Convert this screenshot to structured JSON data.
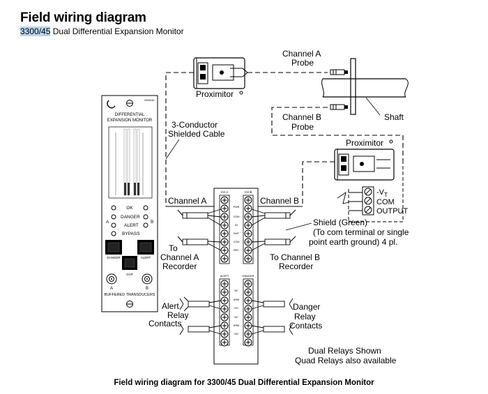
{
  "header": {
    "title": "Field wiring diagram",
    "subtitle_model": "3300/45",
    "subtitle_rest": " Dual Differential Expansion Monitor"
  },
  "caption": "Field wiring diagram for 3300/45 Dual Differential Expansion Monitor",
  "labels": {
    "channel_a_probe": [
      "Channel A",
      "Probe"
    ],
    "channel_b_probe": [
      "Channel B",
      "Probe"
    ],
    "shaft": "Shaft",
    "proximitor": "Proximitor",
    "cable": [
      "3-Conductor",
      "Shielded Cable"
    ],
    "channel_a": "Channel A",
    "channel_b": "Channel B",
    "shield": [
      "Shield (Green)",
      "(To com terminal or single",
      "point earth ground) 4 pl."
    ],
    "to_channel_a_recorder": [
      "To",
      "Channel A",
      "Recorder"
    ],
    "to_channel_b_recorder": [
      "To Channel B",
      "Recorder"
    ],
    "alert_relay": [
      "Alert",
      "Relay",
      "Contacts"
    ],
    "danger_relay": [
      "Danger",
      "Relay",
      "Contacts"
    ],
    "relay_note": [
      "Dual Relays Shown",
      "Quad Relays also available"
    ],
    "vt": "-V",
    "vt_sub": "T",
    "com": "COM",
    "output": "OUTPUT"
  },
  "panel": {
    "part_no": "3300/45",
    "name": [
      "DIFFERENTIAL",
      "EXPANSION MONITOR"
    ],
    "ok": "OK",
    "danger": "DANGER",
    "alert": "ALERT",
    "bypass": "BYPASS",
    "a": "A",
    "b": "B",
    "danger_btn": "DANGER",
    "alert_btn": "ALERT",
    "gap": "GAP",
    "buffered": "BUFFERED TRANSDUCERS"
  },
  "terminal_block": {
    "ch_a": "CH A",
    "ch_b": "CH B",
    "signal_labels": [
      "PWR",
      "COM",
      "IN",
      "BUF",
      "COM",
      "REC"
    ],
    "alert": "ALERT",
    "danger": "DANGER",
    "relay_labels": [
      "NC",
      "ARM",
      "NO",
      "NC",
      "ARM",
      "NO"
    ]
  }
}
